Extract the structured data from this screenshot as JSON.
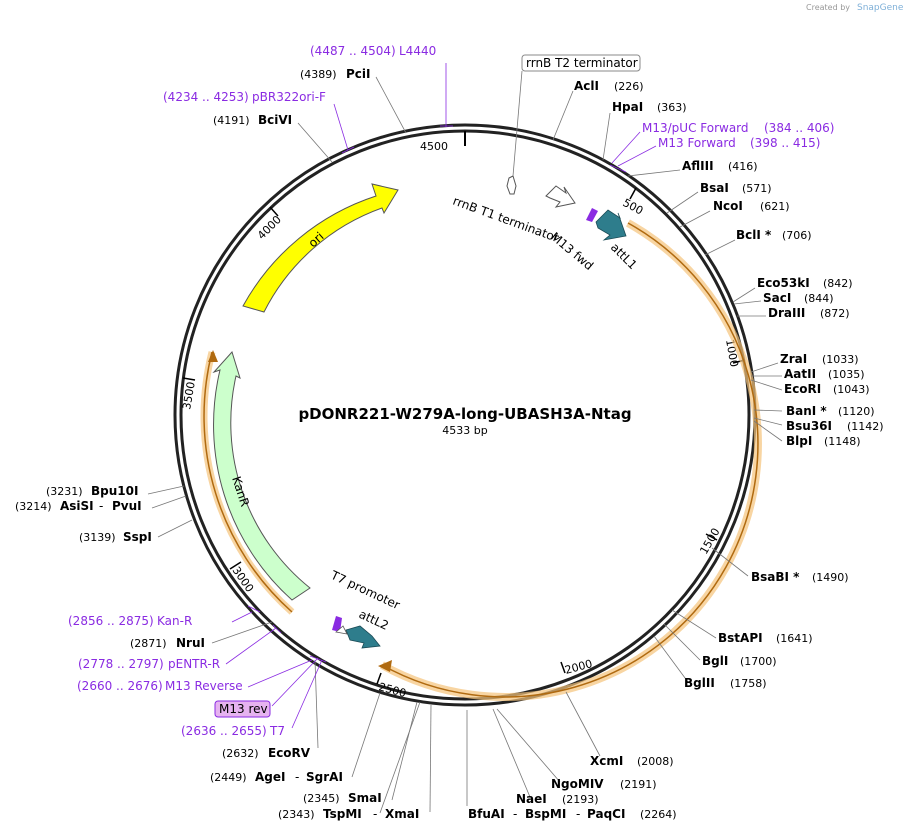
{
  "watermark": "Created by",
  "brand": "SnapGene",
  "plasmid": {
    "name": "pDONR221-W279A-long-UBASH3A-Ntag",
    "length_label": "4533 bp",
    "length": 4533
  },
  "ticks": [
    "500",
    "1000",
    "1500",
    "2000",
    "2500",
    "3000",
    "3500",
    "4000",
    "4500"
  ],
  "features": {
    "ori": "ori",
    "kanr": "KanR",
    "attl1": "attL1",
    "attl2": "attL2",
    "m13fwd": "M13 fwd",
    "rrnb_t1": "rrnB T1 terminator",
    "rrnb_t2": "rrnB T2 terminator",
    "t7_promoter": "T7 promoter",
    "m13_rev": "M13 rev"
  },
  "enzymes_right": [
    {
      "name": "AclI",
      "pos": "(226)"
    },
    {
      "name": "HpaI",
      "pos": "(363)"
    },
    {
      "name": "AflIII",
      "pos": "(416)"
    },
    {
      "name": "BsaI",
      "pos": "(571)"
    },
    {
      "name": "NcoI",
      "pos": "(621)"
    },
    {
      "name": "BclI *",
      "pos": "(706)"
    },
    {
      "name": "Eco53kI",
      "pos": "(842)"
    },
    {
      "name": "SacI",
      "pos": "(844)"
    },
    {
      "name": "DraIII",
      "pos": "(872)"
    },
    {
      "name": "ZraI",
      "pos": "(1033)"
    },
    {
      "name": "AatII",
      "pos": "(1035)"
    },
    {
      "name": "EcoRI",
      "pos": "(1043)"
    },
    {
      "name": "BanI *",
      "pos": "(1120)"
    },
    {
      "name": "Bsu36I",
      "pos": "(1142)"
    },
    {
      "name": "BlpI",
      "pos": "(1148)"
    },
    {
      "name": "BsaBI *",
      "pos": "(1490)"
    },
    {
      "name": "BstAPI",
      "pos": "(1641)"
    },
    {
      "name": "BglI",
      "pos": "(1700)"
    },
    {
      "name": "BglII",
      "pos": "(1758)"
    },
    {
      "name": "XcmI",
      "pos": "(2008)"
    },
    {
      "name": "NgoMIV",
      "pos": "(2191)"
    },
    {
      "name": "NaeI",
      "pos": "(2193)"
    }
  ],
  "enzymes_left": [
    {
      "name": "PciI",
      "pos": "(4389)"
    },
    {
      "name": "BciVI",
      "pos": "(4191)"
    },
    {
      "name": "Bpu10I",
      "pos": "(3231)"
    },
    {
      "name": "AsiSI",
      "pos": "(3214)"
    },
    {
      "name": "PvuI",
      "pos": ""
    },
    {
      "name": "SspI",
      "pos": "(3139)"
    },
    {
      "name": "NruI",
      "pos": "(2871)"
    },
    {
      "name": "EcoRV",
      "pos": "(2632)"
    },
    {
      "name": "AgeI",
      "pos": "(2449)"
    },
    {
      "name": "SgrAI",
      "pos": ""
    },
    {
      "name": "SmaI",
      "pos": "(2345)"
    },
    {
      "name": "TspMI",
      "pos": "(2343)"
    },
    {
      "name": "XmaI",
      "pos": ""
    }
  ],
  "bottom_group": {
    "a": "BfuAI",
    "b": "BspMI",
    "c": "PaqCI",
    "pos": "(2264)"
  },
  "primers": [
    {
      "name": "L4440",
      "range": "(4487 .. 4504)"
    },
    {
      "name": "pBR322ori-F",
      "range": "(4234 .. 4253)"
    },
    {
      "name": "M13/pUC Forward",
      "range": "(384 .. 406)"
    },
    {
      "name": "M13 Forward",
      "range": "(398 .. 415)"
    },
    {
      "name": "Kan-R",
      "range": "(2856 .. 2875)"
    },
    {
      "name": "pENTR-R",
      "range": "(2778 .. 2797)"
    },
    {
      "name": "M13 Reverse",
      "range": "(2660 .. 2676)"
    },
    {
      "name": "T7",
      "range": "(2636 .. 2655)"
    }
  ],
  "colors": {
    "ori": "#ffff00",
    "kanr": "#ccffcc",
    "attl": "#2e7d8c",
    "primer": "#8a2be2",
    "orange": "#e8a040",
    "m13rev_bg": "#e6b3f0"
  }
}
